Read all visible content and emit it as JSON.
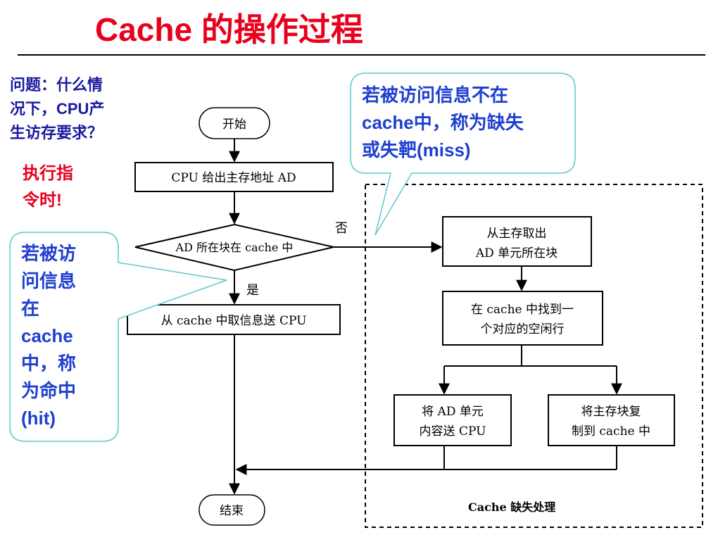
{
  "slide": {
    "title": "Cache 的操作过程",
    "question_lines": [
      "问题：什么情",
      "况下，CPU产",
      "生访存要求？"
    ],
    "answer_lines": [
      "执行指",
      "令时!"
    ]
  },
  "callouts": {
    "hit_lines": [
      "若被访",
      "问信息",
      "在",
      "cache",
      "中，称",
      "为命中",
      "(hit)"
    ],
    "miss_lines": [
      "若被访问信息不在",
      "cache中，称为缺失",
      "或失靶(miss)"
    ]
  },
  "flow": {
    "start": "开始",
    "emit_address": "CPU 给出主存地址 AD",
    "decision": "AD 所在块在 cache 中",
    "no_label": "否",
    "yes_label": "是",
    "hit_action": "从 cache 中取信息送 CPU",
    "end": "结束",
    "fetch_block_lines": [
      "从主存取出",
      "AD 单元所在块"
    ],
    "find_line_lines": [
      "在 cache 中找到一",
      "个对应的空闲行"
    ],
    "send_unit_lines": [
      "将 AD 单元",
      "内容送 CPU"
    ],
    "copy_block_lines": [
      "将主存块复",
      "制到 cache 中"
    ],
    "miss_region_label": "Cache 缺失处理"
  },
  "colors": {
    "title_red": "#e8001c",
    "question_blue": "#1a1aa0",
    "answer_red": "#e8001c",
    "callout_text_blue": "#1f3fd0",
    "callout_border": "#5fc8c8"
  }
}
